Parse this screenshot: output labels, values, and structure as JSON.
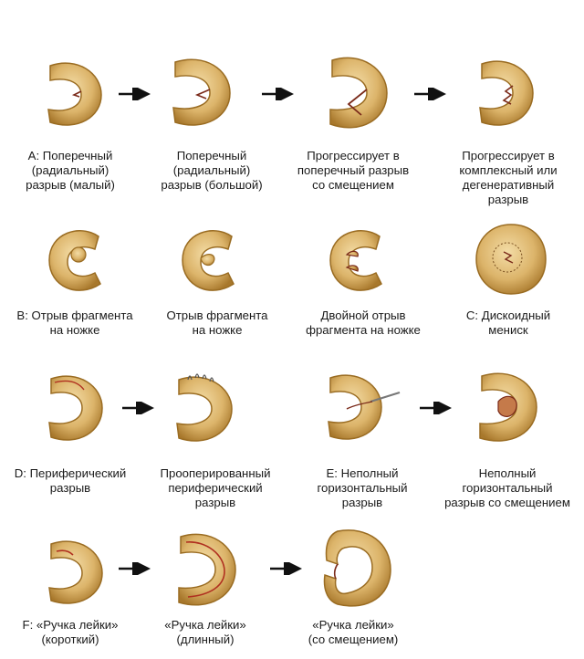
{
  "rows": [
    {
      "items": [
        {
          "caption": "A: Поперечный\n(радиальный)\nразрыв (малый)"
        },
        {
          "caption": "Поперечный\n(радиальный)\nразрыв (большой)"
        },
        {
          "caption": "Прогрессирует в\nпоперечный разрыв\nсо смещением"
        },
        {
          "caption": "Прогрессирует в\nкомплексный или\nдегенеративный\nразрыв"
        }
      ]
    },
    {
      "items": [
        {
          "caption": "B: Отрыв фрагмента\nна ножке"
        },
        {
          "caption": "Отрыв фрагмента\nна ножке"
        },
        {
          "caption": "Двойной отрыв\nфрагмента на ножке"
        },
        {
          "caption": "C: Дискоидный\nмениск"
        }
      ]
    },
    {
      "items": [
        {
          "caption": "D: Периферический\nразрыв"
        },
        {
          "caption": "Прооперированный\nпериферический\nразрыв"
        },
        {
          "caption": "E: Неполный\nгоризонтальный\nразрыв"
        },
        {
          "caption": "Неполный\nгоризонтальный\nразрыв со смещением"
        }
      ]
    },
    {
      "items": [
        {
          "caption": "F: «Ручка лейки»\n(короткий)"
        },
        {
          "caption": "«Ручка лейки»\n(длинный)"
        },
        {
          "caption": "«Ручка лейки»\n(со смещением)"
        }
      ]
    }
  ],
  "colors": {
    "meniscus_outer": "#b8893a",
    "meniscus_inner": "#e8c98a",
    "tear": "#7a2a1a",
    "arrow": "#111111"
  }
}
